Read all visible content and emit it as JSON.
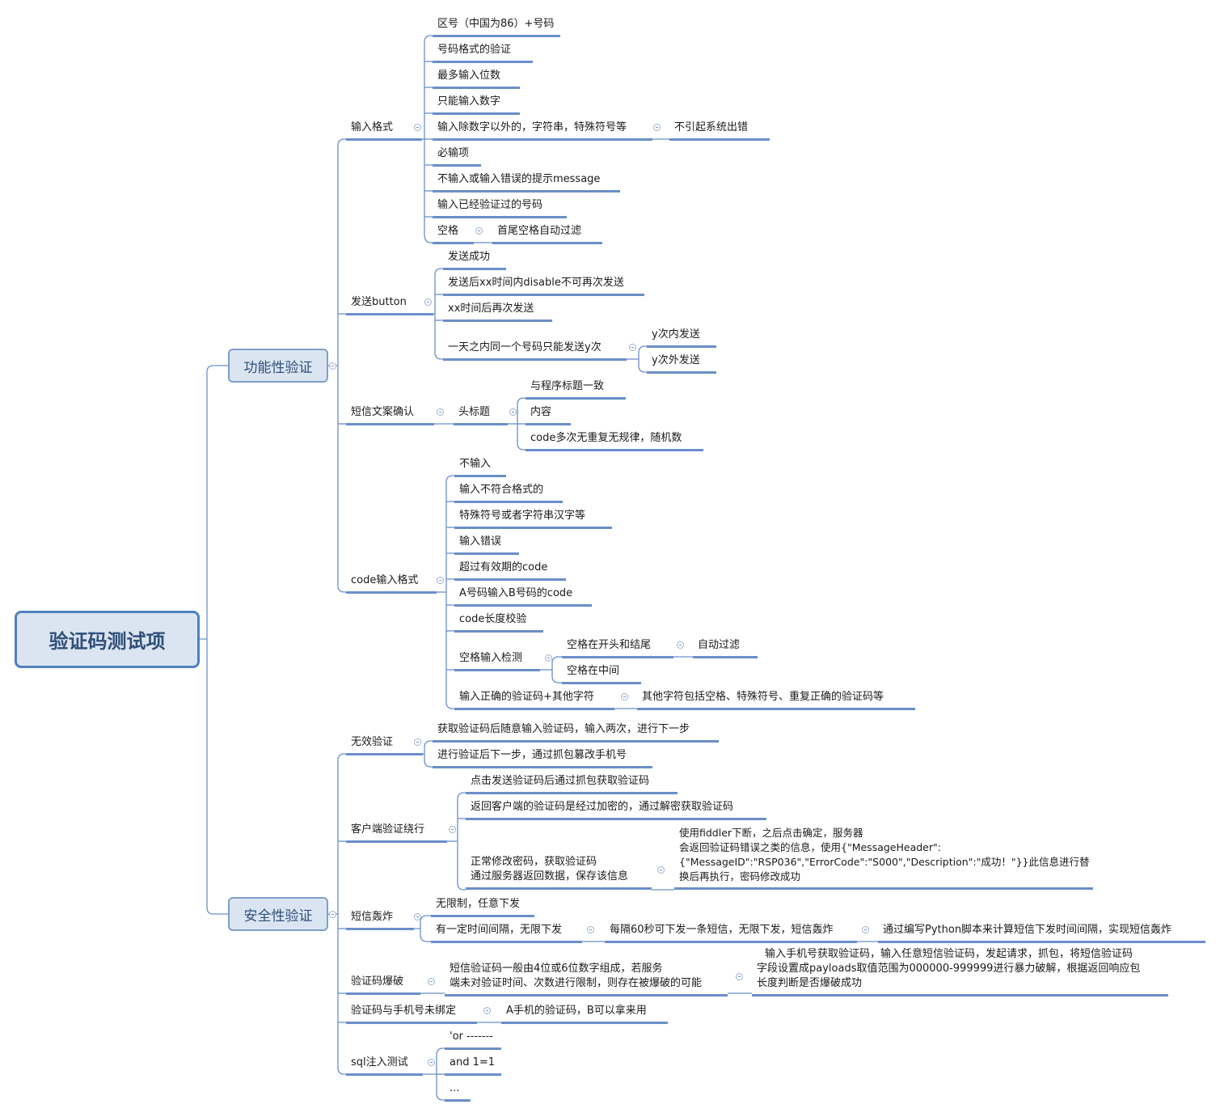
{
  "root": "验证码测试项",
  "main": {
    "functional": "功能性验证",
    "security": "安全性验证"
  },
  "functional": {
    "input_format": {
      "label": "输入格式",
      "items": [
        "区号（中国为86）+号码",
        "号码格式的验证",
        "最多输入位数",
        "只能输入数字",
        "输入除数字以外的，字符串，特殊符号等",
        "必输项",
        "不输入或输入错误的提示message",
        "输入已经验证过的号码",
        "空格"
      ],
      "non_digit_child": "不引起系统出错",
      "space_child": "首尾空格自动过滤"
    },
    "send_button": {
      "label": "发送button",
      "items": [
        "发送成功",
        "发送后xx时间内disable不可再次发送",
        "xx时间后再次发送",
        "一天之内同一个号码只能发送y次"
      ],
      "daily_children": [
        "y次内发送",
        "y次外发送"
      ]
    },
    "sms_copy": {
      "label": "短信文案确认",
      "header": "头标题",
      "children": [
        "与程序标题一致",
        "内容",
        "code多次无重复无规律，随机数"
      ]
    },
    "code_input": {
      "label": "code输入格式",
      "items": [
        "不输入",
        "输入不符合格式的",
        "特殊符号或者字符串汉字等",
        "输入错误",
        "超过有效期的code",
        "A号码输入B号码的code",
        "code长度校验",
        "空格输入检测",
        "输入正确的验证码+其他字符"
      ],
      "space_children": [
        "空格在开头和结尾",
        "空格在中间"
      ],
      "space_auto": "自动过滤",
      "other_chars_child": "其他字符包括空格、特殊符号、重复正确的验证码等"
    }
  },
  "security": {
    "invalid": {
      "label": "无效验证",
      "items": [
        "获取验证码后随意输入验证码，输入两次，进行下一步",
        "进行验证后下一步，通过抓包篡改手机号"
      ]
    },
    "client_bypass": {
      "label": "客户端验证绕行",
      "items": [
        "点击发送验证码后通过抓包获取验证码",
        "返回客户端的验证码是经过加密的，通过解密获取验证码"
      ],
      "third_lines": [
        "正常修改密码，获取验证码",
        "通过服务器返回数据，保存该信息"
      ],
      "third_child_lines": [
        "使用fiddler下断，之后点击确定，服务器",
        "会返回验证码错误之类的信息，使用{\"MessageHeader\":",
        "{\"MessageID\":\"RSP036\",\"ErrorCode\":\"S000\",\"Description\":\"成功！\"}}此信息进行替",
        "换后再执行，密码修改成功"
      ]
    },
    "sms_bomb": {
      "label": "短信轰炸",
      "items": [
        "无限制，任意下发",
        "有一定时间间隔，无限下发"
      ],
      "interval_child": "每隔60秒可下发一条短信，无限下发，短信轰炸",
      "interval_grandchild": "通过编写Python脚本来计算短信下发时间间隔，实现短信轰炸"
    },
    "brute": {
      "label": "验证码爆破",
      "desc_lines": [
        "短信验证码一般由4位或6位数字组成，若服务",
        "端未对验证时间、次数进行限制，则存在被爆破的可能"
      ],
      "method_lines": [
        "输入手机号获取验证码，输入任意短信验证码，发起请求，抓包，将短信验证码",
        "字段设置成payloads取值范围为000000-999999进行暴力破解，根据返回响应包",
        "长度判断是否爆破成功"
      ]
    },
    "unbound": {
      "label": "验证码与手机号未绑定",
      "child": "A手机的验证码，B可以拿来用"
    },
    "sql": {
      "label": "sql注入测试",
      "items": [
        "'or -------",
        "and 1=1",
        "..."
      ]
    }
  }
}
